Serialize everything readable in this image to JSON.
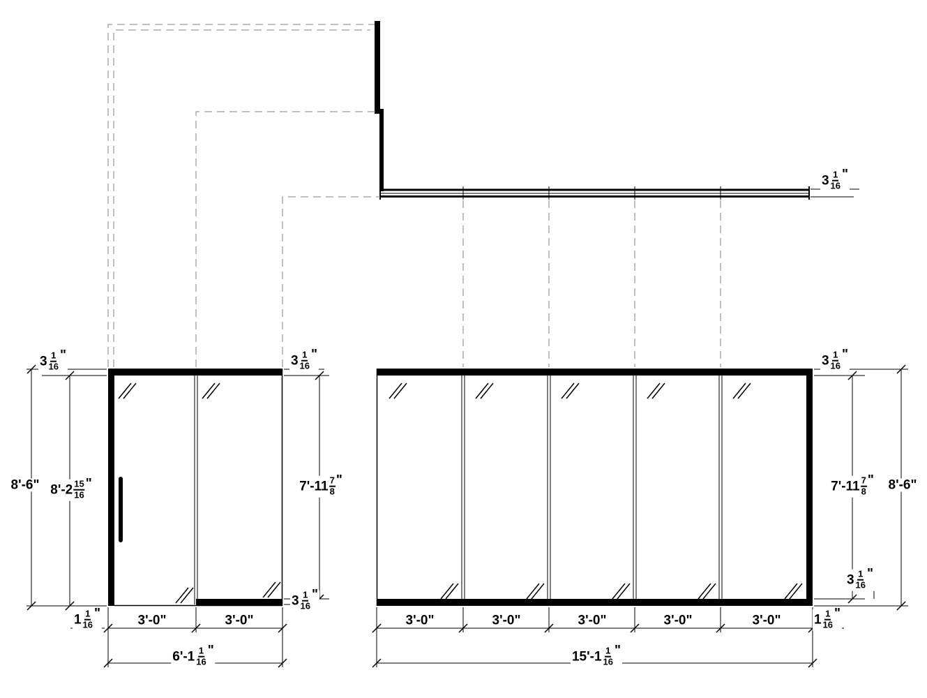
{
  "colors": {
    "line": "#000000",
    "projection": "#808080",
    "background": "#ffffff"
  },
  "labels": {
    "head_depth": {
      "pre": "3",
      "num": "1",
      "den": "16",
      "suf": "\""
    },
    "sill_offset": {
      "pre": "1",
      "num": "1",
      "den": "16",
      "suf": "\""
    },
    "glass_height": {
      "pre": "7'-11",
      "num": "7",
      "den": "8",
      "suf": "\""
    },
    "frame_height": {
      "pre": "8'-2",
      "num": "15",
      "den": "16",
      "suf": "\""
    },
    "overall_height": "8'-6\"",
    "panel_width": "3'-0\"",
    "left_overall_width": {
      "pre": "6'-1",
      "num": "1",
      "den": "16",
      "suf": "\""
    },
    "right_overall_width": {
      "pre": "15'-1",
      "num": "1",
      "den": "16",
      "suf": "\""
    }
  }
}
